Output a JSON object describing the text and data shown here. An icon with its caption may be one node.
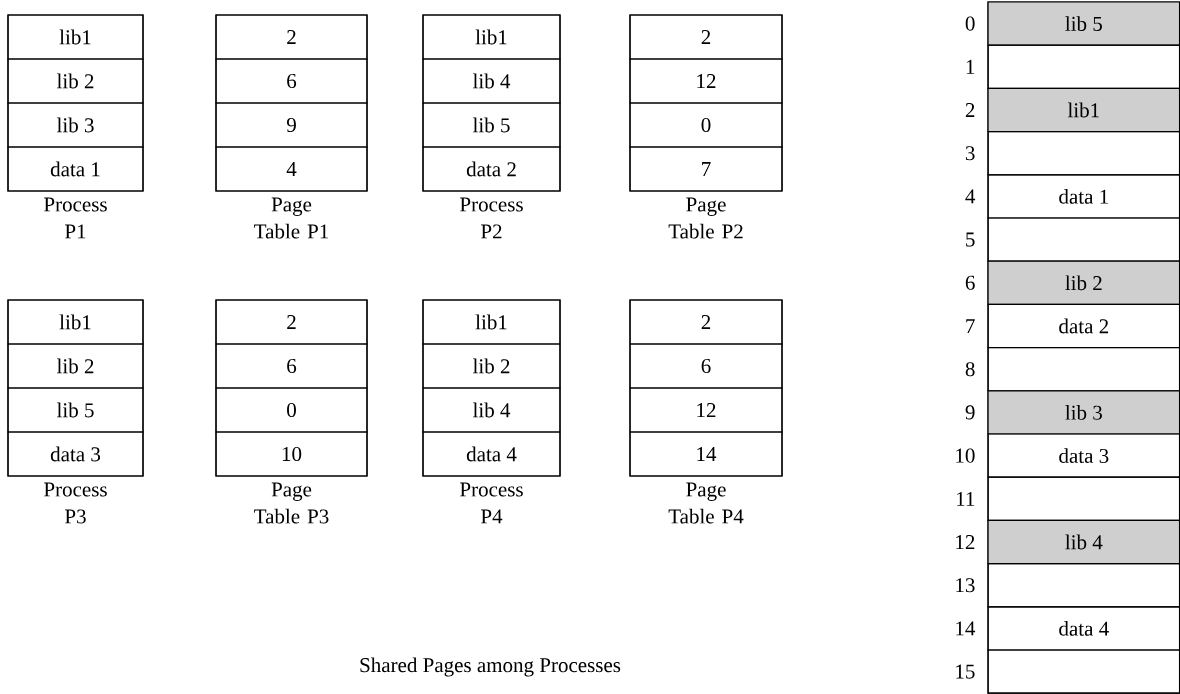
{
  "diagram": {
    "caption": "Shared Pages among Processes",
    "nodes": [
      {
        "text": [],
        "shape": "box",
        "beside": [
          "Process P1"
        ]
      },
      {
        "text": [
          "lib1"
        ],
        "in": 0
      },
      {
        "text": [
          "lib 2"
        ],
        "in": 0
      },
      {
        "text": [
          "lib 3"
        ],
        "in": 0
      },
      {
        "text": [
          "data 1"
        ],
        "in": 0
      },
      {
        "text": [],
        "shape": "box",
        "beside": [
          "Page Table P1"
        ]
      },
      {
        "text": [
          "2"
        ],
        "in": 5
      },
      {
        "text": [
          "6"
        ],
        "in": 5
      },
      {
        "text": [
          "9"
        ],
        "in": 5
      },
      {
        "text": [
          "4"
        ],
        "in": 5
      },
      {
        "text": [],
        "shape": "box",
        "beside": [
          "Process P2"
        ]
      },
      {
        "text": [
          "lib1"
        ],
        "in": 10
      },
      {
        "text": [
          "lib 4"
        ],
        "in": 10
      },
      {
        "text": [
          "lib 5"
        ],
        "in": 10
      },
      {
        "text": [
          "data 2"
        ],
        "in": 10
      },
      {
        "text": [],
        "shape": "box",
        "beside": [
          "Page Table P2"
        ]
      },
      {
        "text": [
          "2"
        ],
        "in": 15
      },
      {
        "text": [
          "12"
        ],
        "in": 15
      },
      {
        "text": [
          "0"
        ],
        "in": 15
      },
      {
        "text": [
          "7"
        ],
        "in": 15
      },
      {
        "text": [],
        "shape": "box",
        "beside": [
          "Process P3"
        ]
      },
      {
        "text": [
          "lib1"
        ],
        "in": 20
      },
      {
        "text": [
          "lib 2"
        ],
        "in": 20
      },
      {
        "text": [
          "lib 5"
        ],
        "in": 20
      },
      {
        "text": [
          "data 3"
        ],
        "in": 20
      },
      {
        "text": [],
        "shape": "box",
        "beside": [
          "Page Table P3"
        ]
      },
      {
        "text": [
          "2"
        ],
        "in": 25
      },
      {
        "text": [
          "6"
        ],
        "in": 25
      },
      {
        "text": [
          "0"
        ],
        "in": 25
      },
      {
        "text": [
          "10"
        ],
        "in": 25
      },
      {
        "text": [],
        "shape": "box",
        "beside": [
          "Process P4"
        ]
      },
      {
        "text": [
          "lib1"
        ],
        "in": 30
      },
      {
        "text": [
          "lib 2"
        ],
        "in": 30
      },
      {
        "text": [
          "lib 4"
        ],
        "in": 30
      },
      {
        "text": [
          "data 4"
        ],
        "in": 30
      },
      {
        "text": [],
        "shape": "box",
        "beside": [
          "Page Table P4"
        ]
      },
      {
        "text": [
          "2"
        ],
        "in": 35
      },
      {
        "text": [
          "6"
        ],
        "in": 35
      },
      {
        "text": [
          "12"
        ],
        "in": 35
      },
      {
        "text": [
          "14"
        ],
        "in": 35
      },
      {
        "text": [],
        "shape": "box"
      },
      {
        "text": [
          "lib 5"
        ],
        "in": 40,
        "beside": [
          "0"
        ]
      },
      {
        "text": [],
        "shape": "box",
        "in": 40,
        "beside": [
          "1"
        ]
      },
      {
        "text": [
          "lib1"
        ],
        "in": 40,
        "beside": [
          "2"
        ]
      },
      {
        "text": [],
        "shape": "box",
        "in": 40,
        "beside": [
          "3"
        ]
      },
      {
        "text": [
          "data 1"
        ],
        "in": 40,
        "beside": [
          "4"
        ]
      },
      {
        "text": [],
        "shape": "box",
        "in": 40,
        "beside": [
          "5"
        ]
      },
      {
        "text": [
          "lib 2"
        ],
        "in": 40,
        "beside": [
          "6"
        ]
      },
      {
        "text": [
          "data 2"
        ],
        "in": 40,
        "beside": [
          "7"
        ]
      },
      {
        "text": [],
        "shape": "box",
        "in": 40,
        "beside": [
          "8"
        ]
      },
      {
        "text": [
          "lib 3"
        ],
        "in": 40,
        "beside": [
          "9"
        ]
      },
      {
        "text": [
          "data 3"
        ],
        "in": 40,
        "beside": [
          "10"
        ]
      },
      {
        "text": [],
        "shape": "box",
        "in": 40,
        "beside": [
          "11"
        ]
      },
      {
        "text": [
          "lib 4"
        ],
        "in": 40,
        "beside": [
          "12"
        ]
      },
      {
        "text": [],
        "shape": "box",
        "in": 40,
        "beside": [
          "13"
        ]
      },
      {
        "text": [
          "data 4"
        ],
        "in": 40,
        "beside": [
          "14"
        ]
      },
      {
        "text": [],
        "shape": "box",
        "in": 40,
        "beside": [
          "15"
        ]
      }
    ]
  }
}
